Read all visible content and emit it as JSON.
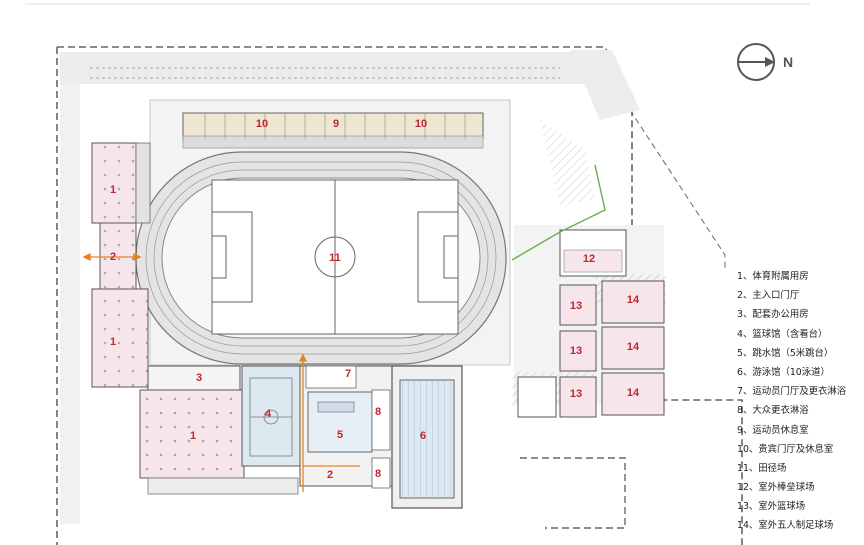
{
  "compass": {
    "label": "N"
  },
  "numbers": {
    "n1": "1",
    "n2": "2",
    "n3": "3",
    "n4": "4",
    "n5": "5",
    "n6": "6",
    "n7": "7",
    "n8": "8",
    "n9": "9",
    "n10": "10",
    "n11": "11",
    "n12": "12",
    "n13": "13",
    "n14": "14"
  },
  "legend": {
    "items": [
      "1、体育附属用房",
      "2、主入口门厅",
      "3、配套办公用房",
      "4、篮球馆（含看台）",
      "5、跳水馆（5米跳台）",
      "6、游泳馆（10泳道）",
      "7、运动员门厅及更衣淋浴",
      "8、大众更衣淋浴",
      "9、运动员休息室",
      "10、贵宾门厅及休息室",
      "11、田径场",
      "12、室外棒垒球场",
      "13、室外篮球场",
      "14、室外五人制足球场"
    ]
  },
  "colors": {
    "outline": "#555555",
    "pink_fill": "#f6e6ec",
    "blue_fill": "#dde9f1",
    "pool_fill": "#e6eef5",
    "label_red": "#c0262e",
    "arrow_orange": "#e8821e",
    "path_green": "#6ab04c",
    "ground": "#e6e6e6"
  }
}
